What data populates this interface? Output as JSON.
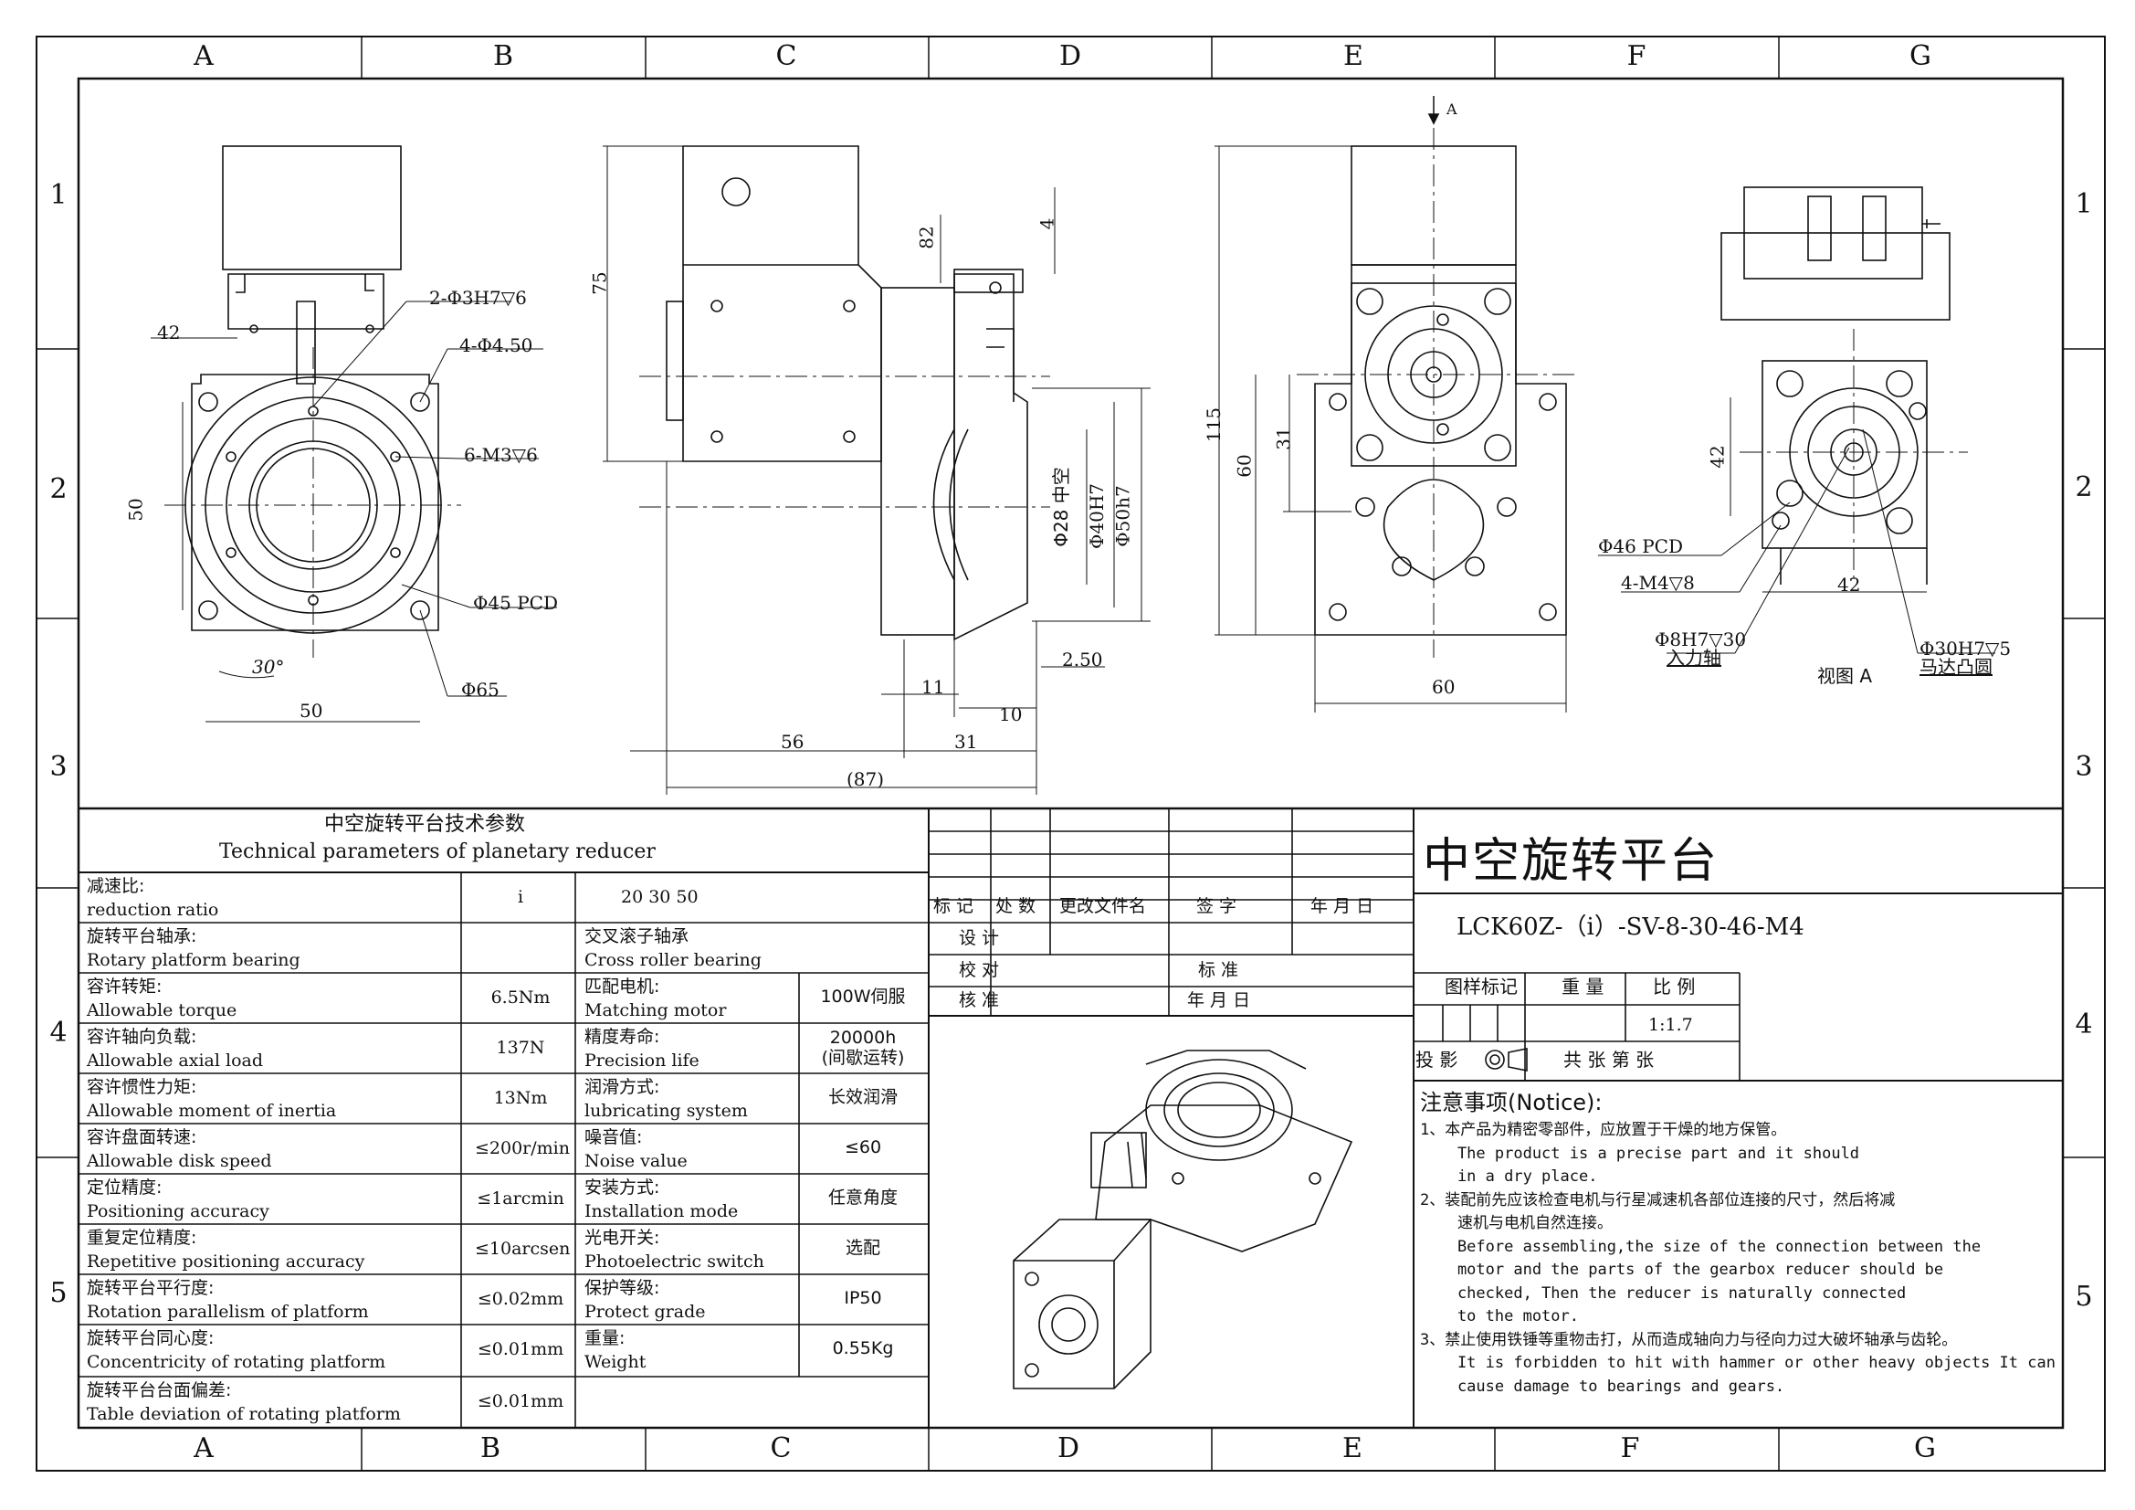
{
  "zones": {
    "top": [
      "A",
      "B",
      "C",
      "D",
      "E",
      "F",
      "G"
    ],
    "bottom": [
      "A",
      "B",
      "C",
      "D",
      "E",
      "F",
      "G"
    ],
    "left": [
      "1",
      "2",
      "3",
      "4",
      "5"
    ],
    "right": [
      "1",
      "2",
      "3",
      "4",
      "5"
    ]
  },
  "drawing": {
    "view_a_arrow": "A",
    "view_a_label": "视图 A",
    "front_dims": {
      "d42": "42",
      "holes_3h7": "2-Φ3H7▽6",
      "holes_4_50": "4-Φ4.50",
      "holes_m3": "6-M3▽6",
      "d50v": "50",
      "pcd45": "Φ45 PCD",
      "angle30": "30°",
      "d65": "Φ65",
      "d50h": "50"
    },
    "side_dims": {
      "d75": "75",
      "d82": "82",
      "d4": "4",
      "d28": "Φ28 中空",
      "d40": "Φ40H7",
      "d50h7": "Φ50h7",
      "d2_50": "2.50",
      "d11": "11",
      "d10": "10",
      "d56": "56",
      "d31": "31",
      "d87": "(87)"
    },
    "right_dims": {
      "d115": "115",
      "d60v": "60",
      "d31v": "31",
      "d60h": "60"
    },
    "viewa_dims": {
      "d42v": "42",
      "pcd46": "Φ46 PCD",
      "m4": "4-M4▽8",
      "d42h": "42",
      "d8h7": "Φ8H7▽30",
      "input_shaft": "入力轴",
      "d30h7": "Φ30H7▽5",
      "motor_boss": "马达凸圆"
    }
  },
  "params": {
    "title_cn": "中空旋转平台技术参数",
    "title_en": "Technical parameters of planetary reducer",
    "rows": [
      {
        "cn": "减速比:",
        "en": "reduction ratio",
        "val": "i",
        "cn2": "",
        "en2": "20  30  50",
        "val2": ""
      },
      {
        "cn": "旋转平台轴承:",
        "en": "Rotary platform bearing",
        "val": "",
        "cn2": "交叉滚子轴承",
        "en2": "Cross roller bearing",
        "val2": ""
      },
      {
        "cn": "容许转矩:",
        "en": "Allowable torque",
        "val": "6.5Nm",
        "cn2": "匹配电机:",
        "en2": "Matching motor",
        "val2": "100W伺服"
      },
      {
        "cn": "容许轴向负载:",
        "en": "Allowable axial load",
        "val": "137N",
        "cn2": "精度寿命:",
        "en2": "Precision life",
        "val2": "20000h\n(间歇运转)"
      },
      {
        "cn": "容许惯性力矩:",
        "en": "Allowable moment of inertia",
        "val": "13Nm",
        "cn2": "润滑方式:",
        "en2": "lubricating system",
        "val2": "长效润滑"
      },
      {
        "cn": "容许盘面转速:",
        "en": "Allowable disk speed",
        "val": "≤200r/min",
        "cn2": "噪音值:",
        "en2": "Noise value",
        "val2": "≤60"
      },
      {
        "cn": "定位精度:",
        "en": "Positioning accuracy",
        "val": "≤1arcmin",
        "cn2": "安装方式:",
        "en2": "Installation mode",
        "val2": "任意角度"
      },
      {
        "cn": "重复定位精度:",
        "en": "Repetitive positioning accuracy",
        "val": "≤10arcsen",
        "cn2": "光电开关:",
        "en2": "Photoelectric switch",
        "val2": "选配"
      },
      {
        "cn": "旋转平台平行度:",
        "en": "Rotation parallelism of platform",
        "val": "≤0.02mm",
        "cn2": "保护等级:",
        "en2": "Protect grade",
        "val2": "IP50"
      },
      {
        "cn": "旋转平台同心度:",
        "en": "Concentricity of rotating platform",
        "val": "≤0.01mm",
        "cn2": "重量:",
        "en2": "Weight",
        "val2": "0.55Kg"
      },
      {
        "cn": "旋转平台台面偏差:",
        "en": "Table deviation of rotating platform",
        "val": "≤0.01mm",
        "cn2": "",
        "en2": "",
        "val2": ""
      }
    ]
  },
  "revision": {
    "mark": "标 记",
    "count": "处 数",
    "doc": "更改文件名",
    "sign": "签  字",
    "date": "年 月 日",
    "design": "设  计",
    "check": "校  对",
    "standard": "标  准",
    "approve": "核  准",
    "date2": "年 月 日"
  },
  "title_block": {
    "product_name": "中空旋转平台",
    "model": "LCK60Z-（i）-SV-8-30-46-M4",
    "drawing_mark": "图样标记",
    "weight": "重 量",
    "scale_label": "比  例",
    "scale_value": "1:1.7",
    "projection": "投 影",
    "sheets": "共    张 第    张"
  },
  "notice": {
    "title": "注意事项(Notice):",
    "lines": [
      "1、本产品为精密零部件，应放置于干燥的地方保管。",
      "    The product is a precise part and it should",
      "    in a dry place.",
      "2、装配前先应该检查电机与行星减速机各部位连接的尺寸，然后将减",
      "    速机与电机自然连接。",
      "    Before assembling,the size of the connection between the",
      "    motor and the parts of the gearbox reducer should be",
      "    checked, Then the reducer is naturally connected",
      "    to the motor.",
      "3、禁止使用铁锤等重物击打，从而造成轴向力与径向力过大破坏轴承与齿轮。",
      "    It is forbidden to hit with hammer or other heavy objects It can",
      "    cause damage to bearings and gears."
    ]
  }
}
